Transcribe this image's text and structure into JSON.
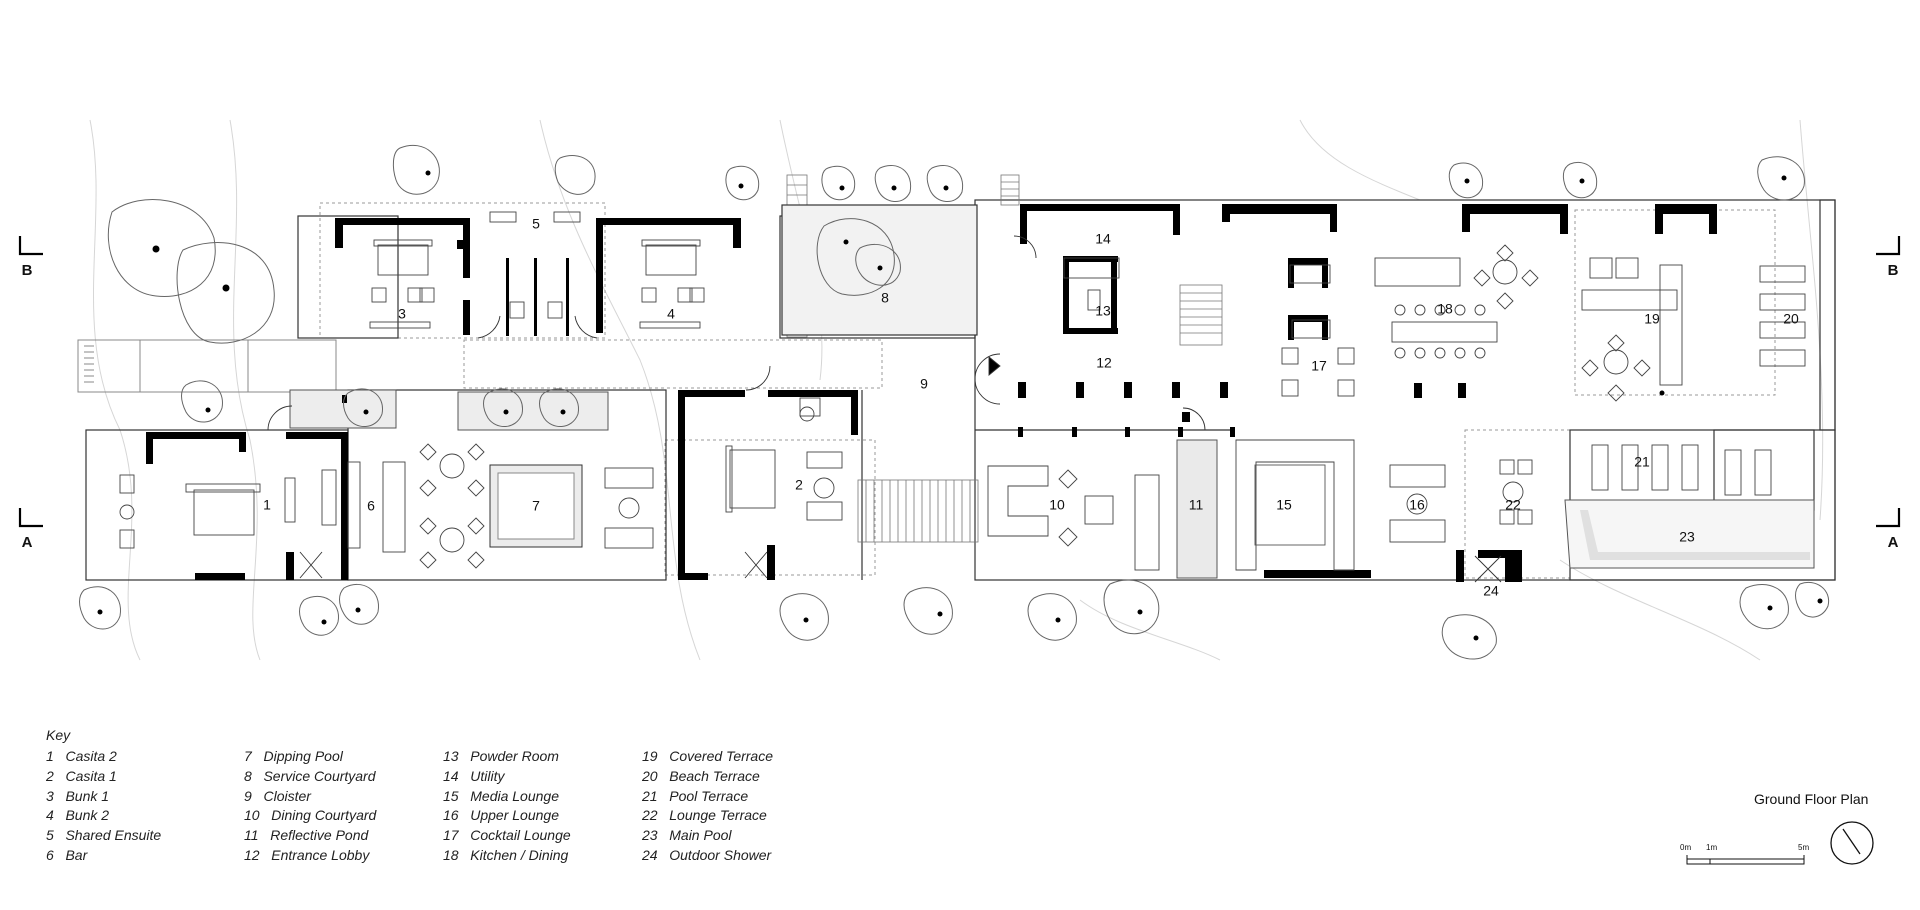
{
  "plan_title": "Ground Floor Plan",
  "section_markers": {
    "b": "B",
    "a": "A"
  },
  "rooms": [
    {
      "id": "1",
      "label": "1"
    },
    {
      "id": "2",
      "label": "2"
    },
    {
      "id": "3",
      "label": "3"
    },
    {
      "id": "4",
      "label": "4"
    },
    {
      "id": "5",
      "label": "5"
    },
    {
      "id": "6",
      "label": "6"
    },
    {
      "id": "7",
      "label": "7"
    },
    {
      "id": "8",
      "label": "8"
    },
    {
      "id": "9",
      "label": "9"
    },
    {
      "id": "10",
      "label": "10"
    },
    {
      "id": "11",
      "label": "11"
    },
    {
      "id": "12",
      "label": "12"
    },
    {
      "id": "13",
      "label": "13"
    },
    {
      "id": "14",
      "label": "14"
    },
    {
      "id": "15",
      "label": "15"
    },
    {
      "id": "16",
      "label": "16"
    },
    {
      "id": "17",
      "label": "17"
    },
    {
      "id": "18",
      "label": "18"
    },
    {
      "id": "19",
      "label": "19"
    },
    {
      "id": "20",
      "label": "20"
    },
    {
      "id": "21",
      "label": "21"
    },
    {
      "id": "22",
      "label": "22"
    },
    {
      "id": "23",
      "label": "23"
    },
    {
      "id": "24",
      "label": "24"
    }
  ],
  "key": {
    "title": "Key",
    "columns": [
      [
        {
          "num": "1",
          "name": "Casita 2"
        },
        {
          "num": "2",
          "name": "Casita 1"
        },
        {
          "num": "3",
          "name": "Bunk 1"
        },
        {
          "num": "4",
          "name": "Bunk 2"
        },
        {
          "num": "5",
          "name": "Shared Ensuite"
        },
        {
          "num": "6",
          "name": "Bar"
        }
      ],
      [
        {
          "num": "7",
          "name": "Dipping Pool"
        },
        {
          "num": "8",
          "name": "Service Courtyard"
        },
        {
          "num": "9",
          "name": "Cloister"
        },
        {
          "num": "10",
          "name": "Dining Courtyard"
        },
        {
          "num": "11",
          "name": "Reflective Pond"
        },
        {
          "num": "12",
          "name": "Entrance Lobby"
        }
      ],
      [
        {
          "num": "13",
          "name": "Powder Room"
        },
        {
          "num": "14",
          "name": "Utility"
        },
        {
          "num": "15",
          "name": "Media Lounge"
        },
        {
          "num": "16",
          "name": "Upper Lounge"
        },
        {
          "num": "17",
          "name": "Cocktail Lounge"
        },
        {
          "num": "18",
          "name": "Kitchen / Dining"
        }
      ],
      [
        {
          "num": "19",
          "name": "Covered Terrace"
        },
        {
          "num": "20",
          "name": "Beach Terrace"
        },
        {
          "num": "21",
          "name": "Pool Terrace"
        },
        {
          "num": "22",
          "name": "Lounge Terrace"
        },
        {
          "num": "23",
          "name": "Main Pool"
        },
        {
          "num": "24",
          "name": "Outdoor Shower"
        }
      ]
    ]
  },
  "scale_bar": {
    "labels": [
      "0m",
      "1m",
      "5m"
    ]
  },
  "colors": {
    "ink": "#111111",
    "wall": "#000000",
    "line": "#333333",
    "faint": "#bbbbbb",
    "pool": "#e6e6e6"
  }
}
